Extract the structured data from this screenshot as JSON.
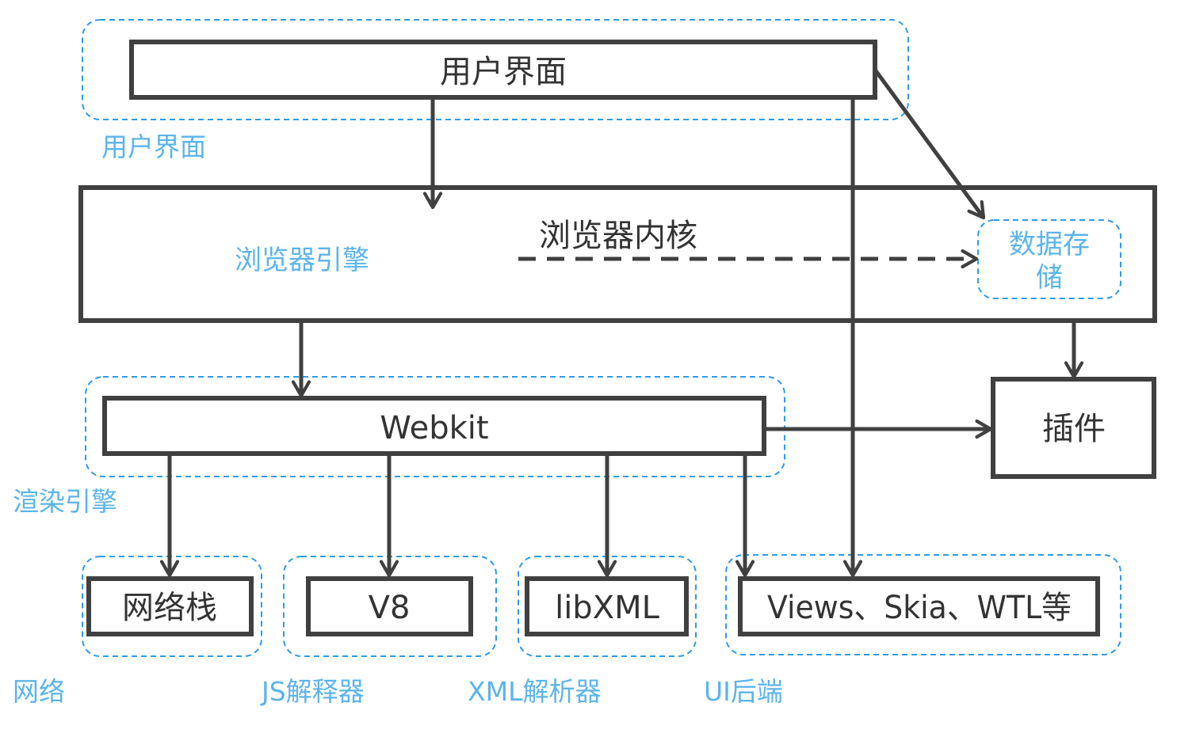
{
  "diagram": {
    "boxes": {
      "ui": "用户界面",
      "kernel": "浏览器内核",
      "webkit": "Webkit",
      "plugin": "插件",
      "netstack": "网络栈",
      "v8": "V8",
      "libxml": "libXML",
      "views": "Views、Skia、WTL等"
    },
    "groups": {
      "ui": "用户界面",
      "browser_engine": "浏览器引擎",
      "data_storage_line1": "数据存",
      "data_storage_line2": "储",
      "render_engine": "渲染引擎",
      "network": "网络",
      "js_interpreter": "JS解释器",
      "xml_parser": "XML解析器",
      "ui_backend": "UI后端"
    },
    "colors": {
      "box_stroke": "#404040",
      "group_dash": "#2f9be6",
      "group_label": "#5cb4ea",
      "text": "#333333"
    },
    "edges": [
      {
        "from": "ui",
        "to": "kernel",
        "style": "solid"
      },
      {
        "from": "ui",
        "to": "data-storage",
        "style": "solid"
      },
      {
        "from": "ui",
        "to": "views",
        "style": "solid"
      },
      {
        "from": "browser-engine",
        "to": "data-storage",
        "style": "dashed"
      },
      {
        "from": "kernel",
        "to": "webkit",
        "style": "solid"
      },
      {
        "from": "kernel",
        "to": "plugin",
        "style": "solid"
      },
      {
        "from": "webkit",
        "to": "plugin",
        "style": "solid"
      },
      {
        "from": "webkit",
        "to": "netstack",
        "style": "solid"
      },
      {
        "from": "webkit",
        "to": "v8",
        "style": "solid"
      },
      {
        "from": "webkit",
        "to": "libxml",
        "style": "solid"
      },
      {
        "from": "webkit",
        "to": "views",
        "style": "solid"
      }
    ]
  }
}
